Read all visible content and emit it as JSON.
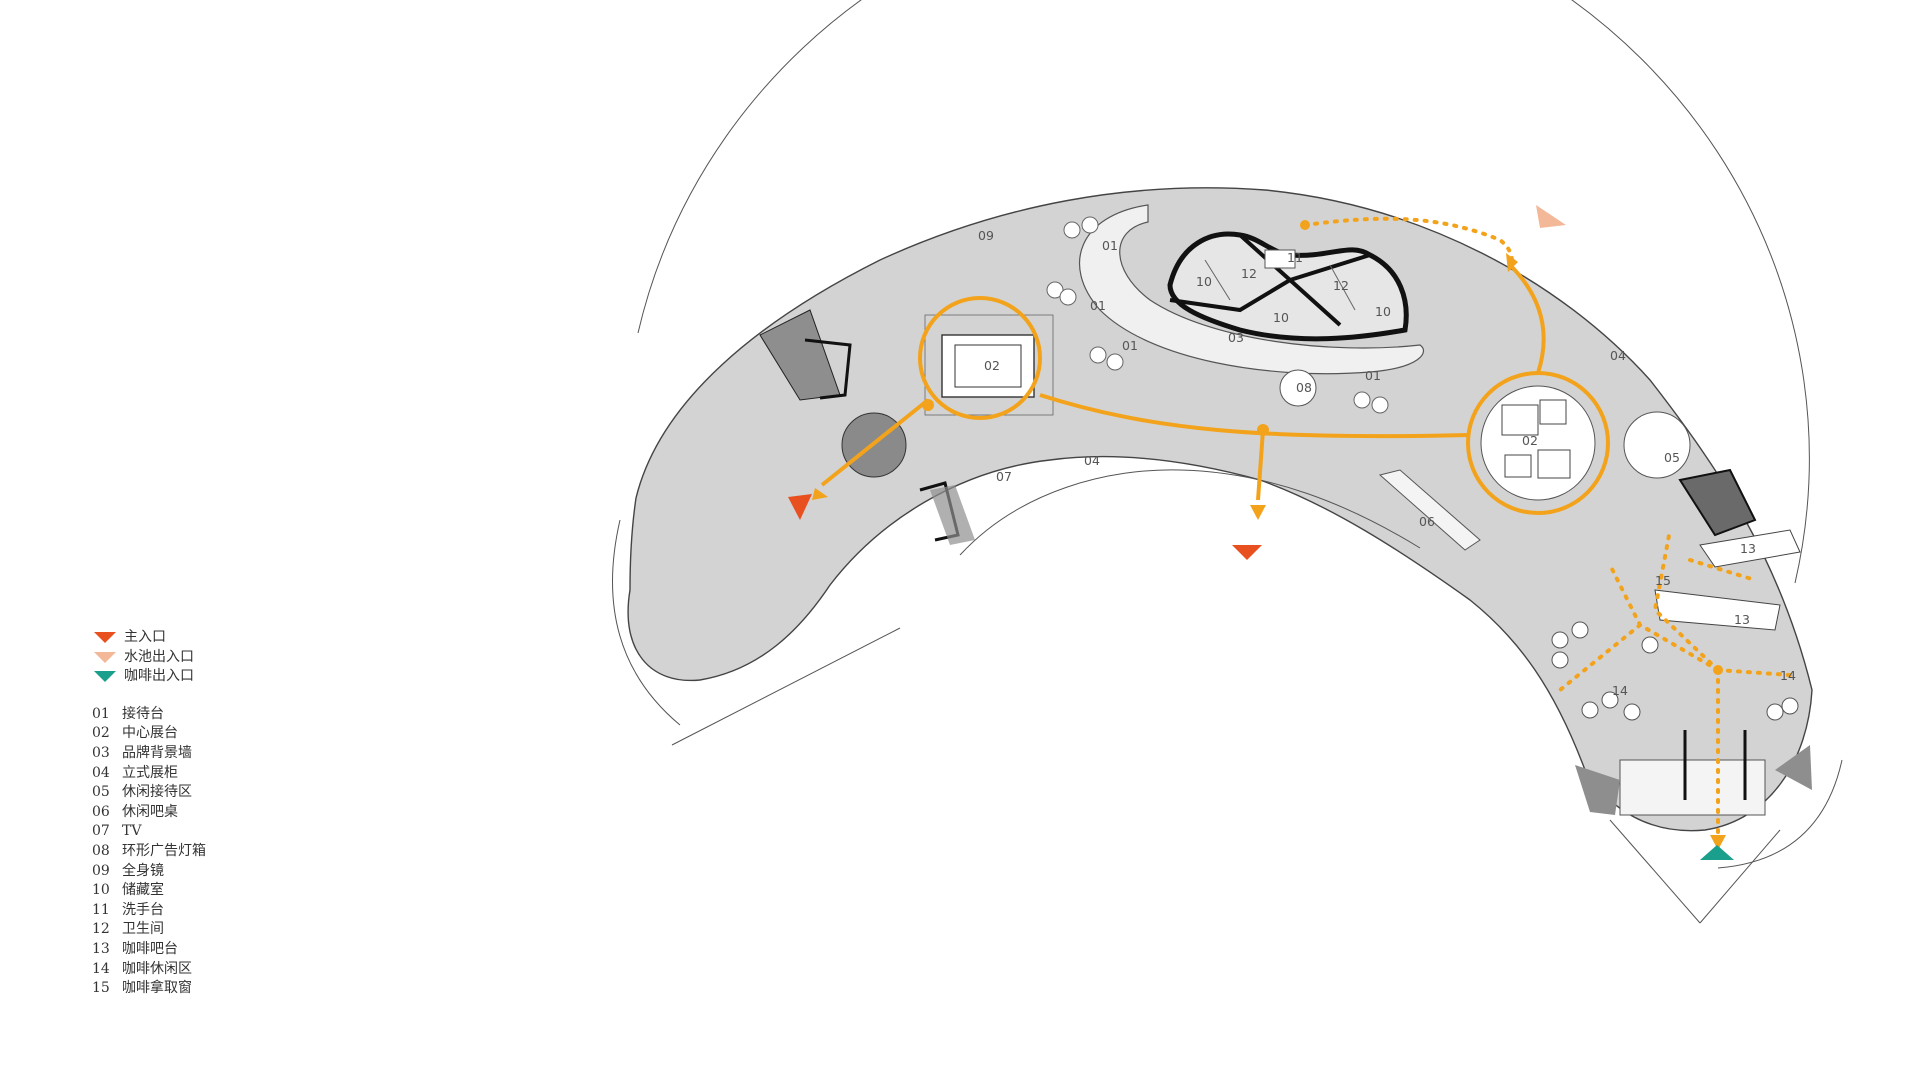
{
  "legend": {
    "entrances": [
      {
        "label": "主入口",
        "color": "#e8501f"
      },
      {
        "label": "水池出入口",
        "color": "#f3b898"
      },
      {
        "label": "咖啡出入口",
        "color": "#1a9f8c"
      }
    ],
    "rooms": [
      {
        "num": "01",
        "label": "接待台"
      },
      {
        "num": "02",
        "label": "中心展台"
      },
      {
        "num": "03",
        "label": "品牌背景墙"
      },
      {
        "num": "04",
        "label": "立式展柜"
      },
      {
        "num": "05",
        "label": "休闲接待区"
      },
      {
        "num": "06",
        "label": "休闲吧桌"
      },
      {
        "num": "07",
        "label": "TV"
      },
      {
        "num": "08",
        "label": "环形广告灯箱"
      },
      {
        "num": "09",
        "label": "全身镜"
      },
      {
        "num": "10",
        "label": "储藏室"
      },
      {
        "num": "11",
        "label": "洗手台"
      },
      {
        "num": "12",
        "label": "卫生间"
      },
      {
        "num": "13",
        "label": "咖啡吧台"
      },
      {
        "num": "14",
        "label": "咖啡休闲区"
      },
      {
        "num": "15",
        "label": "咖啡拿取窗"
      }
    ]
  },
  "plan_labels": {
    "l09": "09",
    "l01a": "01",
    "l01b": "01",
    "l01c": "01",
    "l01d": "01",
    "l02a": "02",
    "l02b": "02",
    "l03": "03",
    "l04a": "04",
    "l04b": "04",
    "l05": "05",
    "l06": "06",
    "l07": "07",
    "l08": "08",
    "l10a": "10",
    "l10b": "10",
    "l10c": "10",
    "l11": "11",
    "l12a": "12",
    "l12b": "12",
    "l13a": "13",
    "l13b": "13",
    "l14a": "14",
    "l14b": "14",
    "l15": "15"
  },
  "colors": {
    "path": "#f3a31b",
    "floor": "#d3d3d3",
    "main_entrance": "#e8501f",
    "pool_entrance": "#f3b898",
    "coffee_entrance": "#1a9f8c"
  }
}
